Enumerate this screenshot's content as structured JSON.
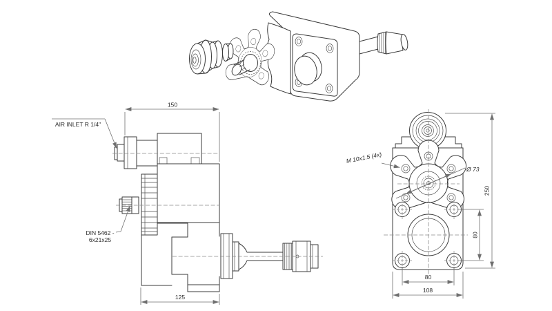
{
  "page": {
    "background": "#ffffff"
  },
  "drawing": {
    "side_view": {
      "dim_top_width": "150",
      "dim_bottom_width": "125",
      "air_inlet_label": "AIR INLET R 1/4\"",
      "spline_label_line1": "DIN 5462 -",
      "spline_label_line2": "6x21x25"
    },
    "front_view": {
      "dim_total_height": "250",
      "dim_bolt_spacing_v": "80",
      "dim_bolt_spacing_h": "80",
      "dim_base_width": "108",
      "thread_label": "M 10x1.5 (4x)",
      "bolt_circle_label": "Ø 73"
    },
    "colors": {
      "line": "#3b3b3b",
      "dimension_line": "#6f6f6f",
      "text": "#2e2e2e",
      "background": "#ffffff"
    }
  }
}
